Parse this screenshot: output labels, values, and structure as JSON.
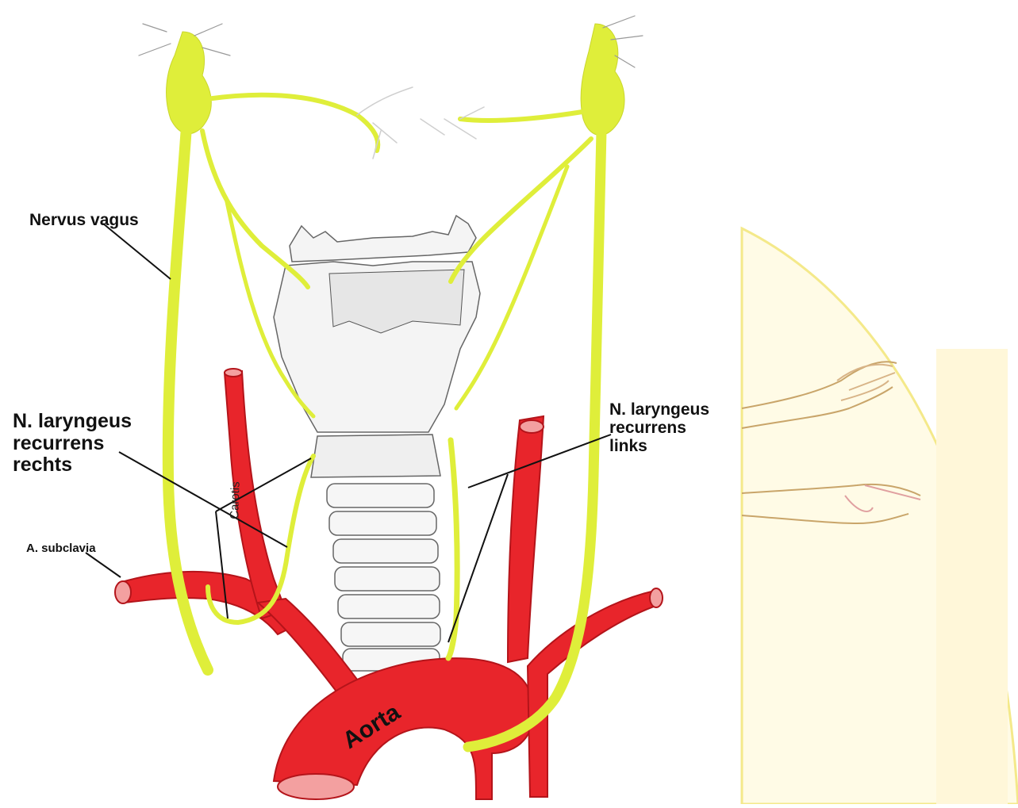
{
  "labels": {
    "nervus_vagus": "Nervus vagus",
    "n_laryngeus_rechts": [
      "N. laryngeus",
      "recurrens",
      "rechts"
    ],
    "n_laryngeus_links": [
      "N. laryngeus",
      "recurrens",
      "links"
    ],
    "a_subclavia": "A. subclavia",
    "carotis": "Carotis",
    "aorta": "Aorta"
  },
  "colors": {
    "nerve": "#dfee3a",
    "nerve_dark": "#b8c41e",
    "artery": "#e8252b",
    "artery_dark": "#b4141a",
    "larynx_fill": "#f4f4f4",
    "larynx_stroke": "#666666",
    "panel_bg": "#fffbe6",
    "panel_edge": "#f4e98a",
    "arm_stroke": "#c9a56a"
  }
}
